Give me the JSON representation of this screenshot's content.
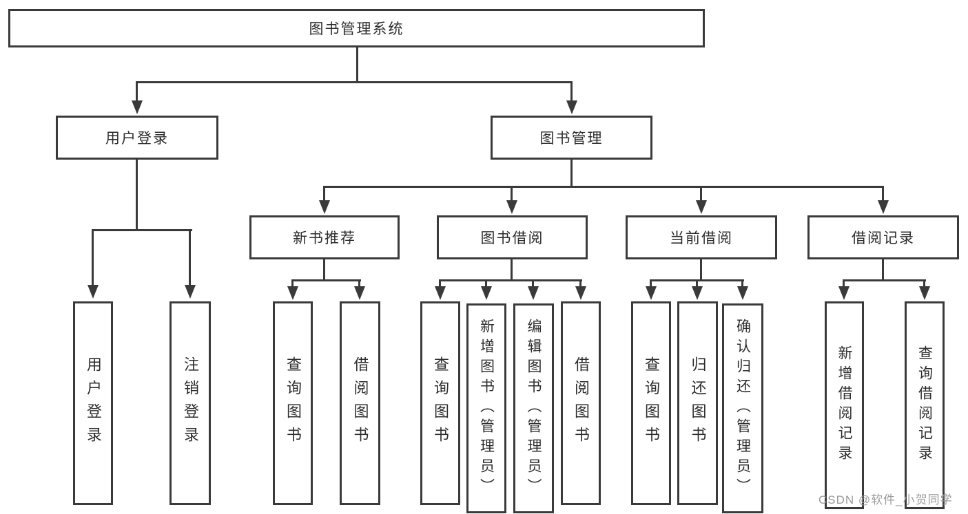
{
  "diagram": {
    "title": "图书管理系统",
    "root": {
      "label": "图书管理系统"
    },
    "level2": [
      {
        "label": "用户登录"
      },
      {
        "label": "图书管理"
      }
    ],
    "level3": [
      {
        "label": "新书推荐"
      },
      {
        "label": "图书借阅"
      },
      {
        "label": "当前借阅"
      },
      {
        "label": "借阅记录"
      }
    ],
    "leaves": {
      "user_login": [
        "用户登录",
        "注销登录"
      ],
      "new_book_rec": [
        "查询图书",
        "借阅图书"
      ],
      "book_borrow": [
        "查询图书",
        "新增图书（管理员）",
        "编辑图书（管理员）",
        "借阅图书"
      ],
      "current_borrow": [
        "查询图书",
        "归还图书",
        "确认归还（管理员）"
      ],
      "borrow_records": [
        "新增借阅记录",
        "查询借阅记录"
      ]
    },
    "watermark": "CSDN @软件_小贺同学",
    "colors": {
      "line": "#3a3a3a",
      "text": "#2d2d2d",
      "background": "#ffffff",
      "watermark": "#9b9b9b"
    }
  }
}
